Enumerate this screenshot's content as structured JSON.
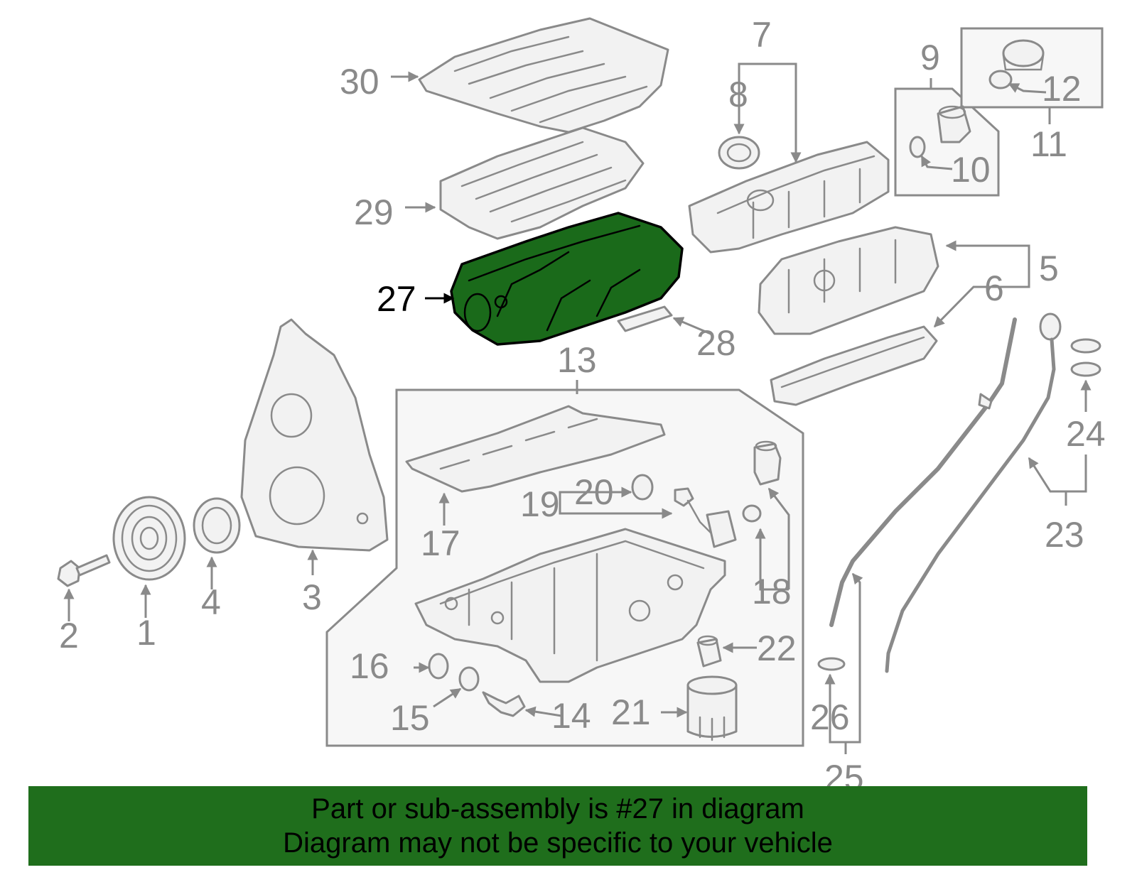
{
  "colors": {
    "highlight_fill": "#1a6a1a",
    "banner_background": "#1f6e1c",
    "line_gray": "#8a8a8a",
    "part_fill": "#f2f2f2"
  },
  "highlighted_callout": "27",
  "callouts": {
    "c1": "1",
    "c2": "2",
    "c3": "3",
    "c4": "4",
    "c5": "5",
    "c6": "6",
    "c7": "7",
    "c8": "8",
    "c9": "9",
    "c10": "10",
    "c11": "11",
    "c12": "12",
    "c13": "13",
    "c14": "14",
    "c15": "15",
    "c16": "16",
    "c17": "17",
    "c18": "18",
    "c19": "19",
    "c20": "20",
    "c21": "21",
    "c22": "22",
    "c23": "23",
    "c24": "24",
    "c25": "25",
    "c26": "26",
    "c27": "27",
    "c28": "28",
    "c29": "29",
    "c30": "30"
  },
  "banner": {
    "line1": "Part or sub-assembly is #27 in diagram",
    "line2": "Diagram may not be specific to your vehicle"
  }
}
